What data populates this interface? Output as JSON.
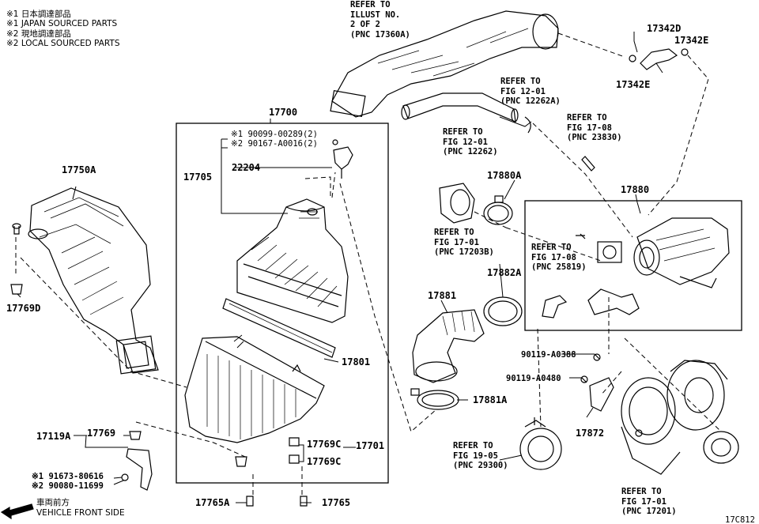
{
  "legend": {
    "line1": "※1 日本調達部品",
    "line2": "※1 JAPAN SOURCED PARTS",
    "line3": "※2 現地調達部品",
    "line4": "※2 LOCAL SOURCED PARTS"
  },
  "refs": {
    "illust": [
      "REFER TO",
      "ILLUST NO.",
      "2 OF 2",
      "(PNC 17360A)"
    ],
    "fig12a": [
      "REFER TO",
      "FIG 12-01",
      "(PNC 12262A)"
    ],
    "fig12b": [
      "REFER TO",
      "FIG 12-01",
      "(PNC 12262)"
    ],
    "fig17a": [
      "REFER TO",
      "FIG 17-08",
      "(PNC 23830)"
    ],
    "fig17b": [
      "REFER TO",
      "FIG 17-01",
      "(PNC 17203B)"
    ],
    "fig17c": [
      "REFER TO",
      "FIG 17-08",
      "(PNC 25819)"
    ],
    "fig19": [
      "REFER TO",
      "FIG 19-05",
      "(PNC 29300)"
    ],
    "fig17d": [
      "REFER TO",
      "FIG 17-01",
      "(PNC 17201)"
    ]
  },
  "parts": {
    "p17342D": "17342D",
    "p17342E_a": "17342E",
    "p17342E_b": "17342E",
    "p17700": "17700",
    "p17705": "17705",
    "p22204": "22204",
    "p90099": "※1 90099-00289(2)",
    "p90167": "※2 90167-A0016(2)",
    "p17750A": "17750A",
    "p17769D": "17769D",
    "p17880": "17880",
    "p17880A": "17880A",
    "p17882A": "17882A",
    "p17881": "17881",
    "p17881A": "17881A",
    "p17801": "17801",
    "p90119a": "90119-A0388",
    "p90119b": "90119-A0480",
    "p17872": "17872",
    "p17119A": "17119A",
    "p17769": "17769",
    "p91673": "※1 91673-80616",
    "p90080": "※2 90080-11699",
    "p17769C_a": "17769C",
    "p17769C_b": "17769C",
    "p17701": "17701",
    "p17765A": "17765A",
    "p17765": "17765"
  },
  "front": {
    "jp": "車両前方",
    "en": "VEHICLE FRONT SIDE"
  },
  "code": "17C812"
}
